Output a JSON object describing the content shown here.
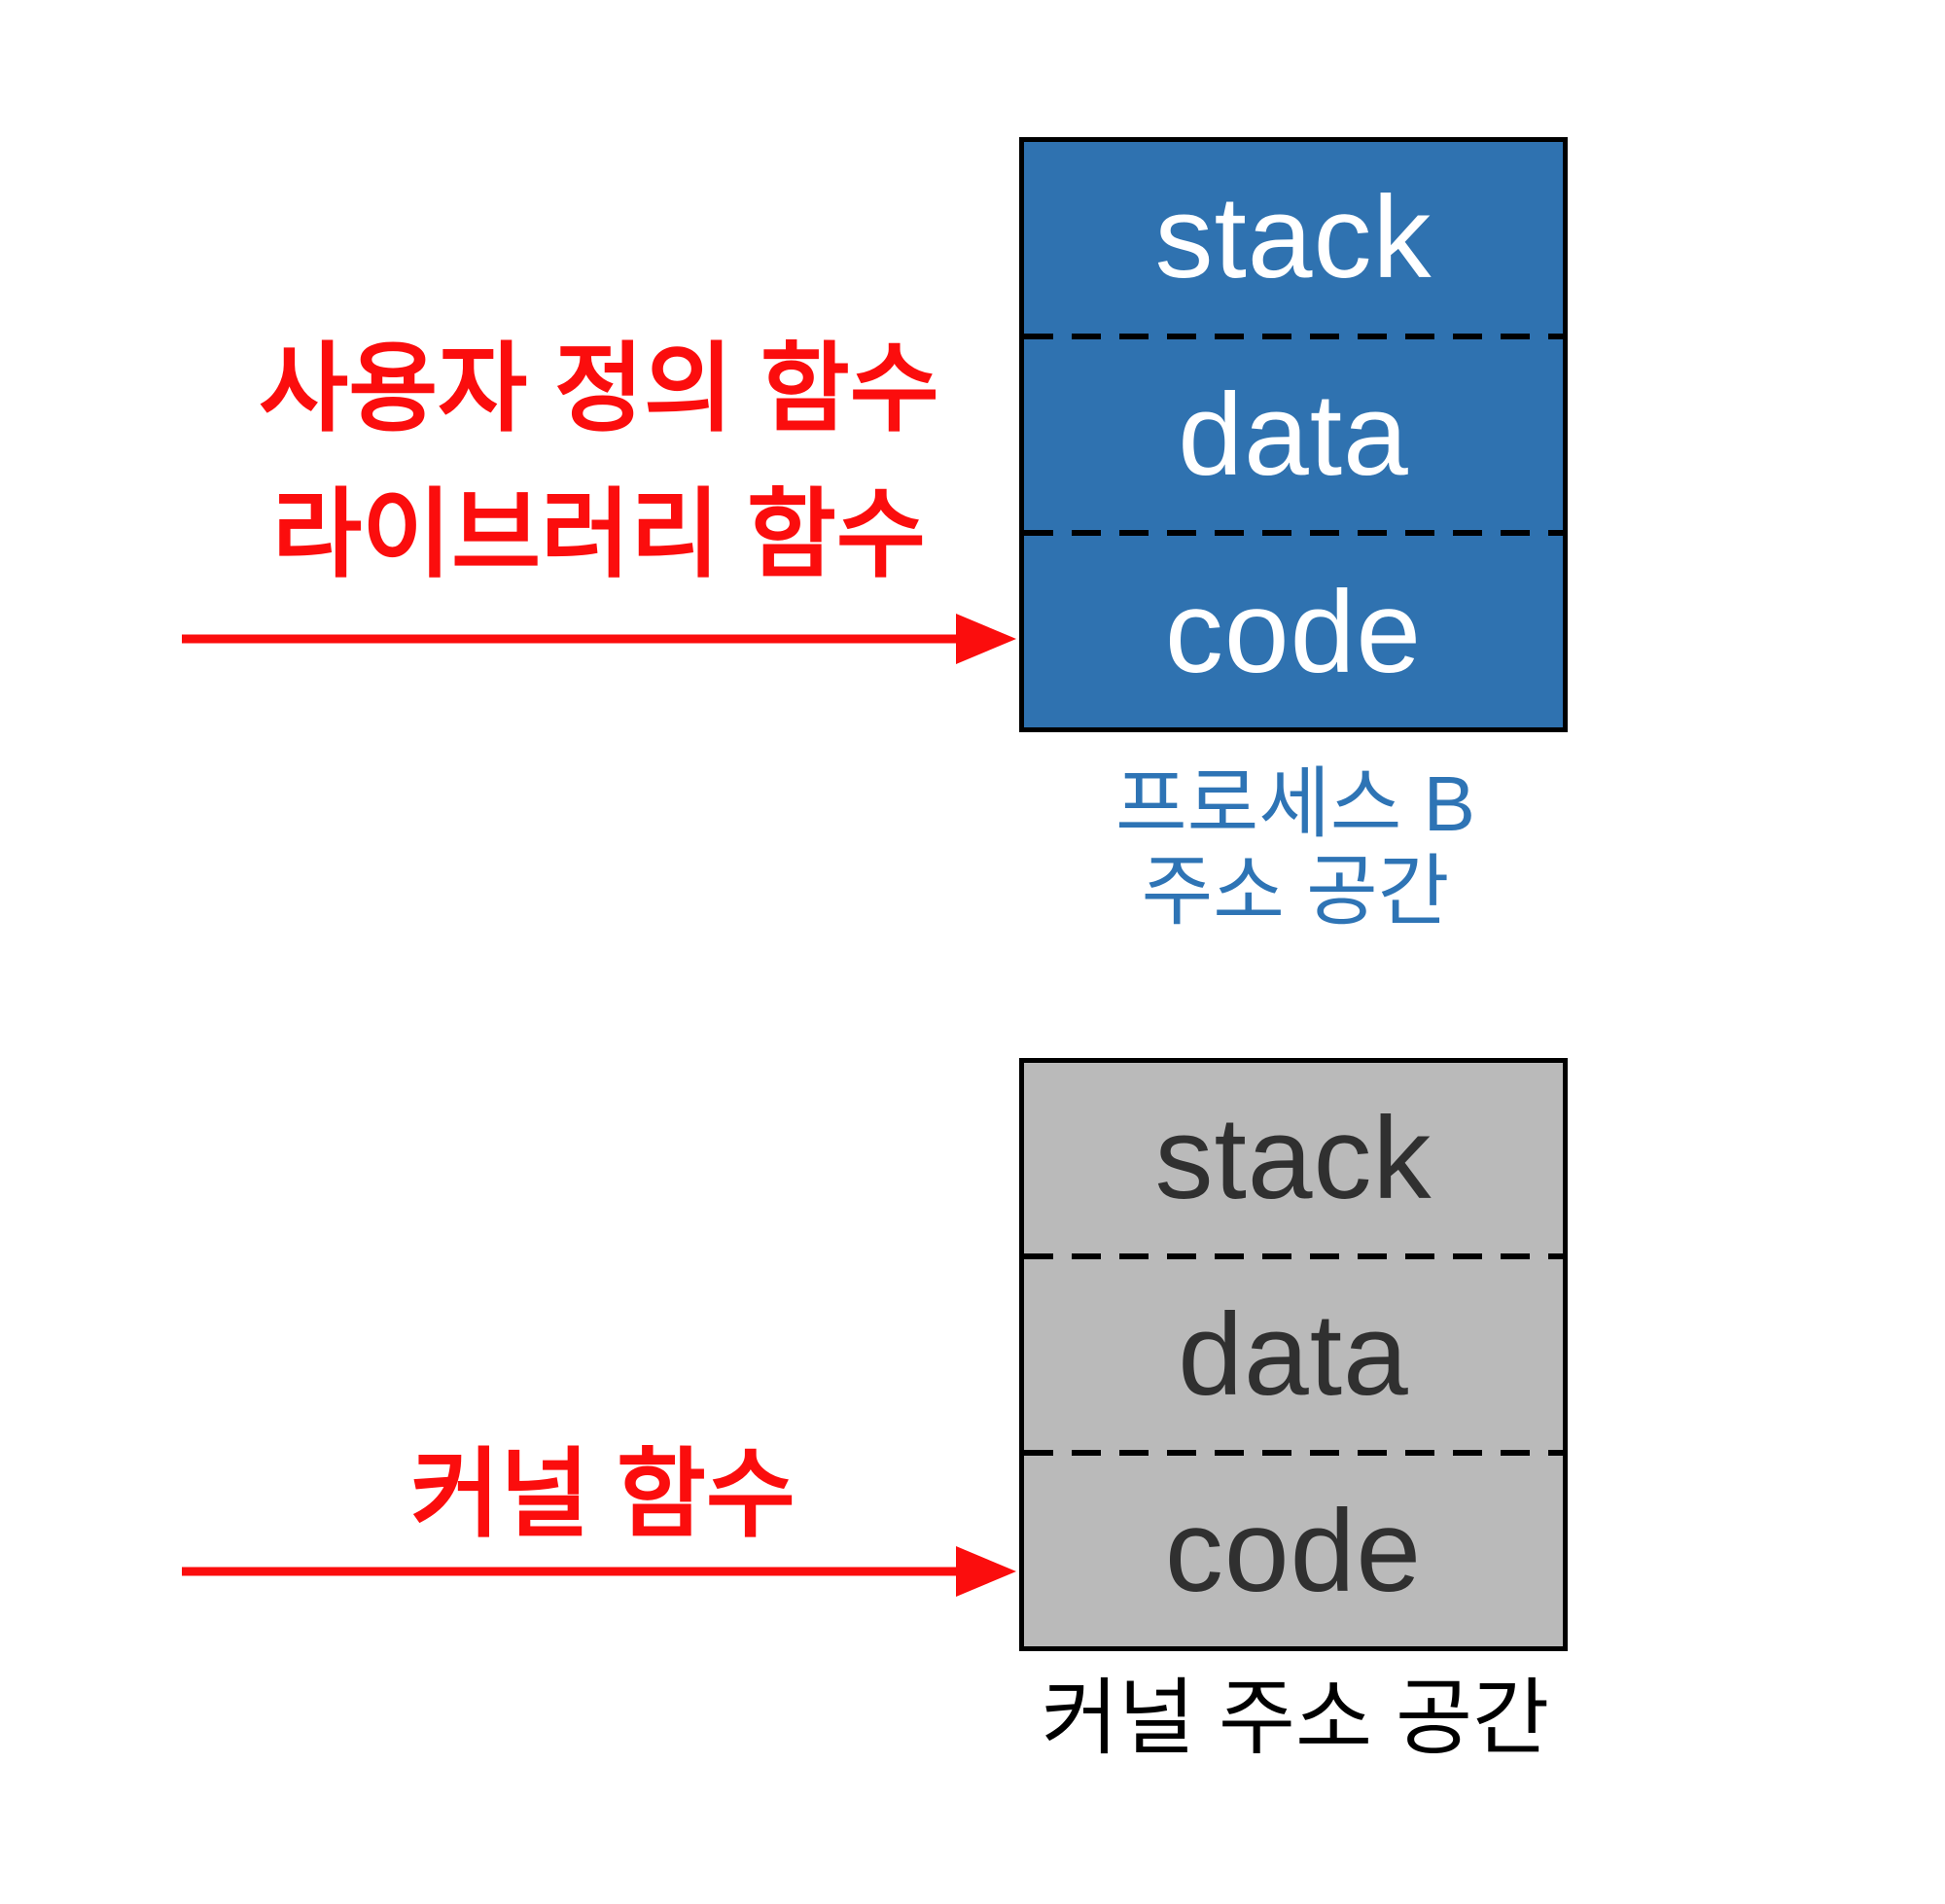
{
  "diagram": {
    "annotations": {
      "user_defined_function": "사용자 정의 함수",
      "library_function": "라이브러리 함수",
      "kernel_function": "커널 함수"
    },
    "process_box": {
      "sections": [
        "stack",
        "data",
        "code"
      ],
      "caption_line1": "프로세스 B",
      "caption_line2": "주소 공간"
    },
    "kernel_box": {
      "sections": [
        "stack",
        "data",
        "code"
      ],
      "caption": "커널 주소 공간"
    },
    "colors": {
      "process_box_fill": "#2F72B0",
      "process_box_text": "#FFFFFF",
      "kernel_box_fill": "#BABABA",
      "kernel_box_text": "#303030",
      "caption_blue": "#2E74B5",
      "caption_black": "#000000",
      "annotation_red": "#FB0D0D",
      "box_border": "#000000",
      "background": "#FFFFFF"
    }
  }
}
